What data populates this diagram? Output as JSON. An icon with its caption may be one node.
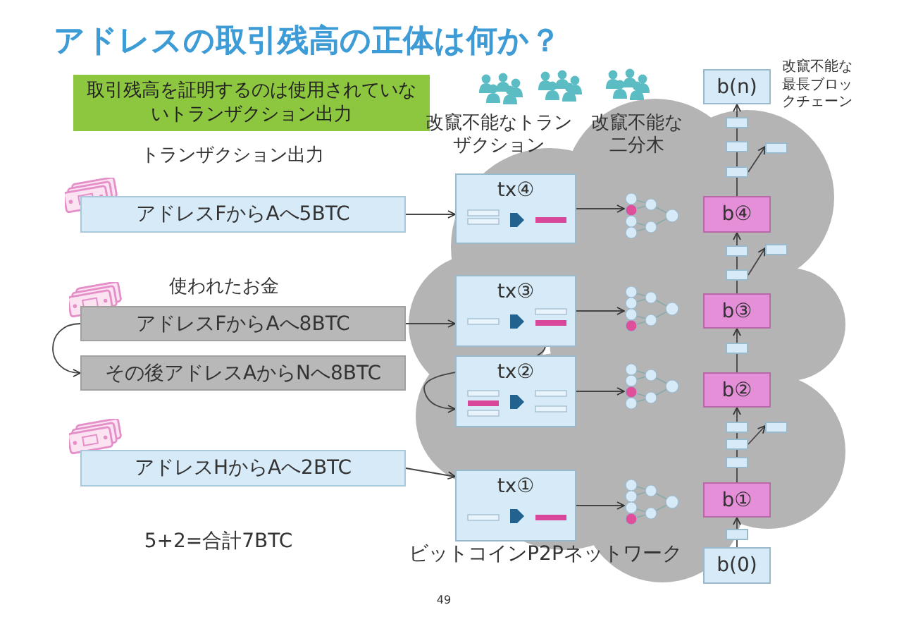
{
  "diagram": {
    "title": "アドレスの取引残高の正体は何か？",
    "nodes": [
      {
        "text": [
          "取引残高を証明するのは使用されていないトランザクション出力"
        ]
      },
      {
        "text": [
          "アドレスFからAへ5BTC"
        ]
      },
      {
        "text": [
          "アドレスFからAへ8BTC"
        ],
        "beside": [
          "使われたお金"
        ]
      },
      {
        "text": [
          "その後アドレスAからNへ8BTC"
        ]
      },
      {
        "text": [
          "アドレスHからAへ2BTC"
        ]
      },
      {
        "text": [
          "tx④"
        ]
      },
      {
        "text": [
          "tx③"
        ]
      },
      {
        "text": [
          "tx②"
        ]
      },
      {
        "text": [
          "tx①"
        ]
      },
      {
        "text": [],
        "shape": "tree"
      },
      {
        "text": [],
        "shape": "tree"
      },
      {
        "text": [],
        "shape": "tree"
      },
      {
        "text": [],
        "shape": "tree"
      },
      {
        "text": [
          "b(n)"
        ]
      },
      {
        "text": [
          "b④"
        ]
      },
      {
        "text": [
          "b③"
        ]
      },
      {
        "text": [
          "b②"
        ]
      },
      {
        "text": [
          "b①"
        ]
      },
      {
        "text": [
          "b(0)"
        ]
      },
      {
        "text": [],
        "shape": "box"
      },
      {
        "text": [],
        "shape": "box"
      },
      {
        "text": [],
        "shape": "box"
      },
      {
        "text": [],
        "shape": "box"
      },
      {
        "text": [],
        "shape": "box"
      },
      {
        "text": [],
        "shape": "box"
      },
      {
        "text": [],
        "shape": "box"
      },
      {
        "text": [],
        "shape": "box"
      },
      {
        "text": [],
        "shape": "box"
      },
      {
        "text": [],
        "shape": "box"
      },
      {
        "text": [],
        "shape": "box"
      },
      {
        "text": [],
        "shape": "box"
      },
      {
        "text": [],
        "shape": "box"
      }
    ],
    "edges": [
      {
        "from": 1,
        "to": 5,
        "arrow": "to"
      },
      {
        "from": 2,
        "to": 6,
        "arrow": "to"
      },
      {
        "from": 4,
        "to": 8,
        "arrow": "to"
      },
      {
        "from": 2,
        "to": 3,
        "arrow": "to"
      },
      {
        "from": 6,
        "to": 7,
        "arrow": "to"
      },
      {
        "from": 5,
        "to": 9,
        "arrow": "to"
      },
      {
        "from": 6,
        "to": 10,
        "arrow": "to"
      },
      {
        "from": 7,
        "to": 11,
        "arrow": "to"
      },
      {
        "from": 8,
        "to": 12,
        "arrow": "to"
      },
      {
        "from": 18,
        "to": 31,
        "arrow": "none"
      },
      {
        "from": 31,
        "to": 17,
        "arrow": "to"
      },
      {
        "from": 17,
        "to": 30,
        "arrow": "none"
      },
      {
        "from": 30,
        "to": 29,
        "arrow": "none"
      },
      {
        "from": 29,
        "to": 27,
        "arrow": "none"
      },
      {
        "from": 27,
        "to": 16,
        "arrow": "to"
      },
      {
        "from": 29,
        "to": 28,
        "arrow": "to"
      },
      {
        "from": 16,
        "to": 26,
        "arrow": "none"
      },
      {
        "from": 26,
        "to": 15,
        "arrow": "to"
      },
      {
        "from": 15,
        "to": 25,
        "arrow": "none"
      },
      {
        "from": 25,
        "to": 23,
        "arrow": "none"
      },
      {
        "from": 23,
        "to": 14,
        "arrow": "to"
      },
      {
        "from": 25,
        "to": 24,
        "arrow": "to"
      },
      {
        "from": 14,
        "to": 22,
        "arrow": "none"
      },
      {
        "from": 22,
        "to": 20,
        "arrow": "none"
      },
      {
        "from": 20,
        "to": 19,
        "arrow": "none"
      },
      {
        "from": 19,
        "to": 13,
        "arrow": "to"
      },
      {
        "from": 22,
        "to": 21,
        "arrow": "to"
      }
    ],
    "labels": [
      "トランザクション出力",
      "改竄不能なトランザクション",
      "改竄不能な二分木",
      "改竄不能な最長ブロックチェーン",
      "5+2=合計7BTC",
      "ビットコインP2Pネットワーク",
      "49"
    ]
  }
}
